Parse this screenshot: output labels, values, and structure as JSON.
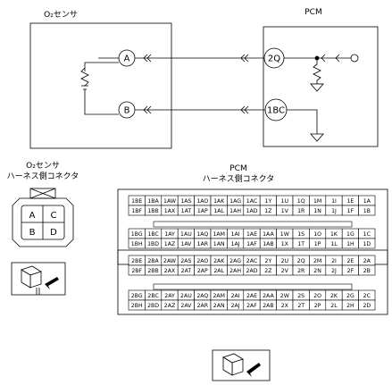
{
  "labels": {
    "o2_sensor_title": "O₂センサ",
    "pcm_title": "PCM",
    "o2_harness_line1": "O₂センサ",
    "o2_harness_line2": "ハーネス側コネクタ",
    "pcm_harness_line1": "PCM",
    "pcm_harness_line2": "ハーネス側コネクタ"
  },
  "sensor_pins": {
    "a": "A",
    "b": "B"
  },
  "pcm_pins": {
    "a": "2Q",
    "b": "1BC"
  },
  "o2_connector_pins": [
    "A",
    "C",
    "B",
    "D"
  ],
  "connector1": {
    "rows": [
      [
        "1BE",
        "1BA",
        "1AW",
        "1AS",
        "1AO",
        "1AK",
        "1AG",
        "1AC",
        "1Y",
        "1U",
        "1Q",
        "1M",
        "1I",
        "1E",
        "1A"
      ],
      [
        "1BF",
        "1BB",
        "1AX",
        "1AT",
        "1AP",
        "1AL",
        "1AH",
        "1AD",
        "1Z",
        "1V",
        "1R",
        "1N",
        "1J",
        "1F",
        "1B"
      ],
      [
        "1BG",
        "1BC",
        "1AY",
        "1AU",
        "1AQ",
        "1AM",
        "1AI",
        "1AE",
        "1AA",
        "1W",
        "1S",
        "1O",
        "1K",
        "1G",
        "1C"
      ],
      [
        "1BH",
        "1BD",
        "1AZ",
        "1AV",
        "1AR",
        "1AN",
        "1AJ",
        "1AF",
        "1AB",
        "1X",
        "1T",
        "1P",
        "1L",
        "1H",
        "1D"
      ]
    ]
  },
  "connector2": {
    "rows": [
      [
        "2BE",
        "2BA",
        "2AW",
        "2AS",
        "2AO",
        "2AK",
        "2AG",
        "2AC",
        "2Y",
        "2U",
        "2Q",
        "2M",
        "2I",
        "2E",
        "2A"
      ],
      [
        "2BF",
        "2BB",
        "2AX",
        "2AT",
        "2AP",
        "2AL",
        "2AH",
        "2AD",
        "2Z",
        "2V",
        "2R",
        "2N",
        "2J",
        "2F",
        "2B"
      ],
      [
        "2BG",
        "2BC",
        "2AY",
        "2AU",
        "2AQ",
        "2AM",
        "2AI",
        "2AE",
        "2AA",
        "2W",
        "2S",
        "2O",
        "2K",
        "2G",
        "2C"
      ],
      [
        "2BH",
        "2BD",
        "2AZ",
        "2AV",
        "2AR",
        "2AN",
        "2AJ",
        "2AF",
        "2AB",
        "2X",
        "2T",
        "2P",
        "2L",
        "2H",
        "2D"
      ]
    ]
  }
}
